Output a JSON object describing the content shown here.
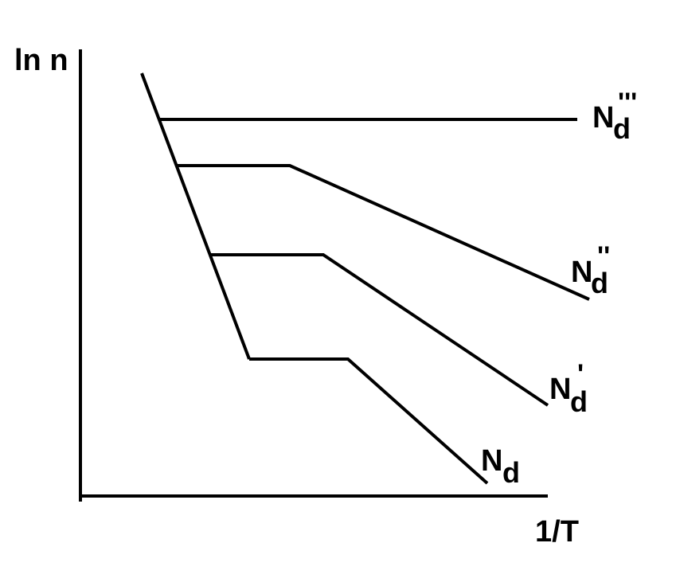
{
  "axes": {
    "y_label": "ln n",
    "x_label": "1/T"
  },
  "curves": [
    {
      "base": "N",
      "sub": "d",
      "prime": "'''"
    },
    {
      "base": "N",
      "sub": "d",
      "prime": "''"
    },
    {
      "base": "N",
      "sub": "d",
      "prime": "'"
    },
    {
      "base": "N",
      "sub": "d",
      "prime": ""
    }
  ],
  "colors": {
    "line": "#000000",
    "background": "#ffffff"
  }
}
